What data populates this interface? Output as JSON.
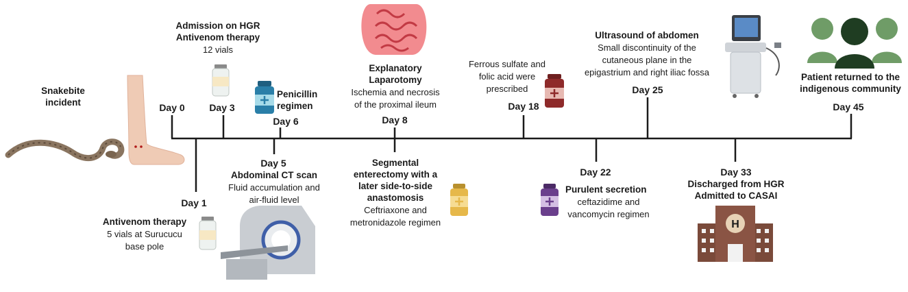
{
  "events": {
    "snakebite": {
      "line1": "Snakebite",
      "line2": "incident"
    },
    "day0": {
      "day": "Day 0"
    },
    "day1": {
      "day": "Day 1",
      "title": "Antivenom therapy",
      "detail1": "5 vials at Surucucu",
      "detail2": "base pole"
    },
    "day3": {
      "day": "Day 3",
      "title1": "Admission on HGR",
      "title2": "Antivenom therapy",
      "detail": "12 vials"
    },
    "day5": {
      "day": "Day 5",
      "title": "Abdominal CT scan",
      "detail1": "Fluid accumulation and",
      "detail2": "air-fluid level"
    },
    "day6": {
      "day": "Day 6",
      "title1": "Penicillin",
      "title2": "regimen"
    },
    "day8": {
      "day": "Day 8",
      "title1": "Explanatory",
      "title2": "Laparotomy",
      "detail1": "Ischemia and necrosis",
      "detail2": "of the proximal ileum"
    },
    "day8b": {
      "title1": "Segmental",
      "title2": "enterectomy with a",
      "title3": "later side-to-side",
      "title4": "anastomosis",
      "detail1": "Ceftriaxone and",
      "detail2": "metronidazole regimen"
    },
    "day18": {
      "day": "Day 18",
      "detail1": "Ferrous sulfate and",
      "detail2": "folic acid were",
      "detail3": "prescribed"
    },
    "day22": {
      "day": "Day 22",
      "title": "Purulent secretion",
      "detail1": "ceftazidime and",
      "detail2": "vancomycin regimen"
    },
    "day25": {
      "day": "Day 25",
      "title": "Ultrasound of abdomen",
      "detail1": "Small discontinuity of the",
      "detail2": "cutaneous plane in the",
      "detail3": "epigastrium and right iliac fossa"
    },
    "day33": {
      "day": "Day 33",
      "title1": "Discharged from HGR",
      "title2": "Admitted to CASAI"
    },
    "day45": {
      "day": "Day 45",
      "title1": "Patient returned to the",
      "title2": "indigenous community"
    }
  },
  "icons": {
    "hospital_letter": "H",
    "medicine_plus": "+"
  },
  "colors": {
    "timeline": "#1a1a1a",
    "snake": "#8a7560",
    "skin": "#efcbb5",
    "penicillin": "#2a7fa8",
    "iron": "#8e2a2a",
    "antibiotic_yellow": "#e6b84a",
    "antibiotic_purple": "#6a3f8c",
    "people": "#6f9c67",
    "hospital": "#7a4a3a",
    "intestine": "#e0585e"
  }
}
